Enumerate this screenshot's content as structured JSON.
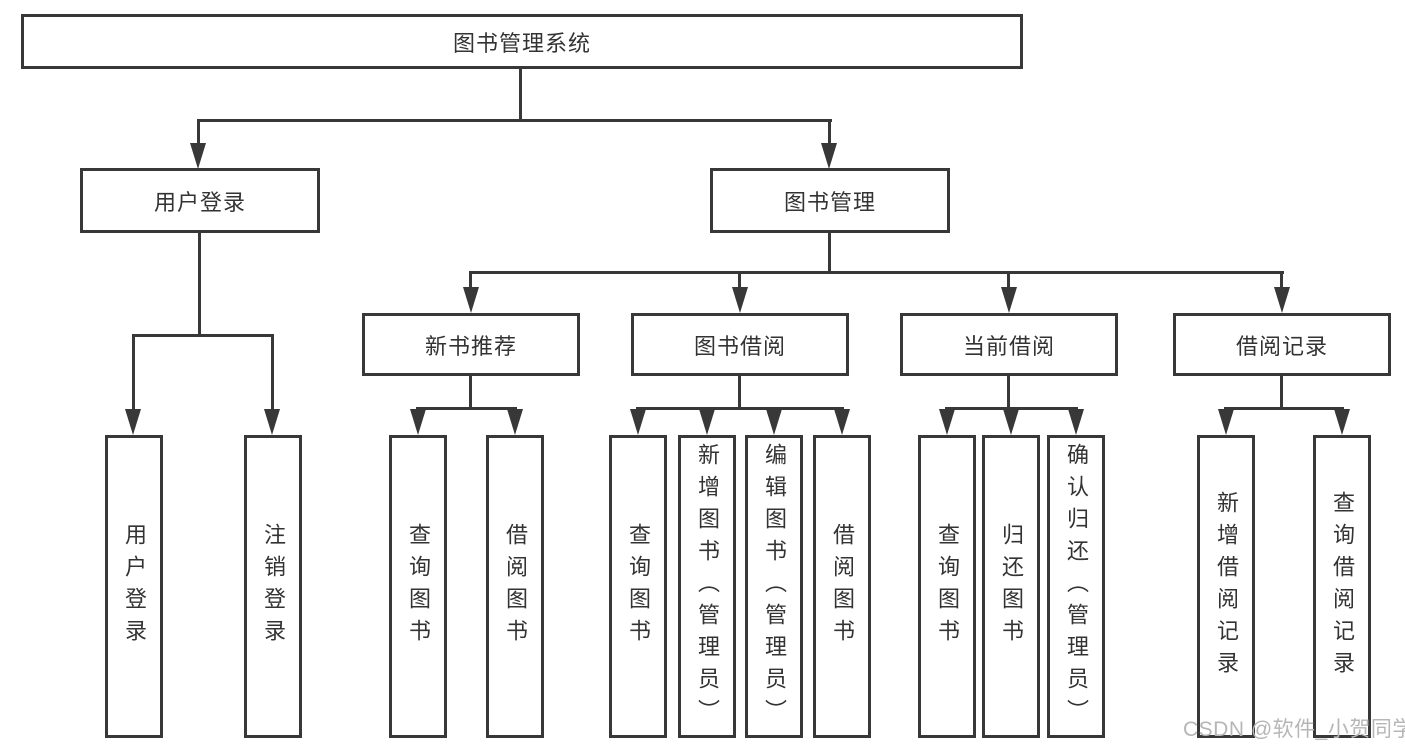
{
  "tree": {
    "root": "图书管理系统",
    "user_login": {
      "label": "用户登录",
      "children": [
        "用户登录",
        "注销登录"
      ]
    },
    "book_mgmt": {
      "label": "图书管理",
      "modules": [
        {
          "label": "新书推荐",
          "children": [
            "查询图书",
            "借阅图书"
          ]
        },
        {
          "label": "图书借阅",
          "children": [
            "查询图书",
            "新增图书（管理员）",
            "编辑图书（管理员）",
            "借阅图书"
          ]
        },
        {
          "label": "当前借阅",
          "children": [
            "查询图书",
            "归还图书",
            "确认归还（管理员）"
          ]
        },
        {
          "label": "借阅记录",
          "children": [
            "新增借阅记录",
            "查询借阅记录"
          ]
        }
      ]
    }
  },
  "watermark": "CSDN @软件_小贺同学",
  "colors": {
    "line": "#383838",
    "text": "#333333",
    "watermark": "#b6b6b6",
    "background": "#ffffff"
  }
}
